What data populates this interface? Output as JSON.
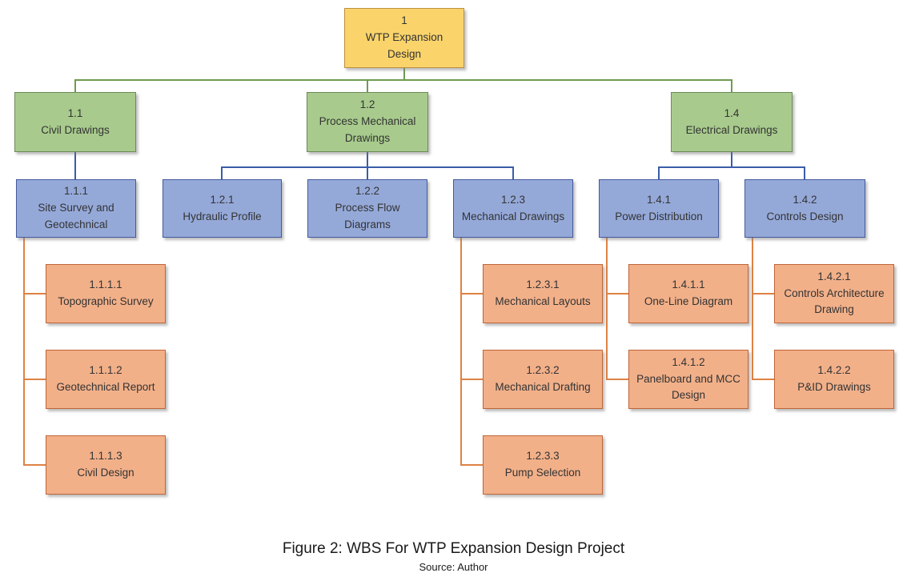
{
  "diagram": {
    "nodes": {
      "root": {
        "num": "1",
        "label": "WTP Expansion Design"
      },
      "civil": {
        "num": "1.1",
        "label": "Civil Drawings"
      },
      "process_mech": {
        "num": "1.2",
        "label": "Process Mechanical Drawings"
      },
      "electrical": {
        "num": "1.4",
        "label": "Electrical Drawings"
      },
      "site_survey": {
        "num": "1.1.1",
        "label": "Site Survey and Geotechnical"
      },
      "hydraulic_profile": {
        "num": "1.2.1",
        "label": "Hydraulic Profile"
      },
      "process_flow": {
        "num": "1.2.2",
        "label": "Process Flow Diagrams"
      },
      "mechanical_drawings": {
        "num": "1.2.3",
        "label": "Mechanical Drawings"
      },
      "power_distribution": {
        "num": "1.4.1",
        "label": "Power Distribution"
      },
      "controls_design": {
        "num": "1.4.2",
        "label": "Controls Design"
      },
      "topographic_survey": {
        "num": "1.1.1.1",
        "label": "Topographic Survey"
      },
      "geotechnical_report": {
        "num": "1.1.1.2",
        "label": "Geotechnical Report"
      },
      "civil_design": {
        "num": "1.1.1.3",
        "label": "Civil Design"
      },
      "mechanical_layouts": {
        "num": "1.2.3.1",
        "label": "Mechanical Layouts"
      },
      "mechanical_drafting": {
        "num": "1.2.3.2",
        "label": "Mechanical Drafting"
      },
      "pump_selection": {
        "num": "1.2.3.3",
        "label": "Pump Selection"
      },
      "one_line_diagram": {
        "num": "1.4.1.1",
        "label": "One-Line Diagram"
      },
      "panelboard_mcc": {
        "num": "1.4.1.2",
        "label": "Panelboard and MCC Design"
      },
      "controls_architecture": {
        "num": "1.4.2.1",
        "label": "Controls Architecture Drawing"
      },
      "pid_drawings": {
        "num": "1.4.2.2",
        "label": "P&ID Drawings"
      }
    },
    "colors": {
      "root_fill": "#FAD46B",
      "root_border": "#BE8F3D",
      "level1_fill": "#A8CB8D",
      "level1_border": "#6E8B56",
      "level2_fill": "#95A9D9",
      "level2_border": "#44599B",
      "level3_fill": "#F2B089",
      "level3_border": "#C06537",
      "connector_green": "#6F9B50",
      "connector_blue": "#3A5DA9",
      "connector_orange": "#DE8244"
    },
    "caption": {
      "title": "Figure 2: WBS For WTP Expansion Design Project",
      "source": "Source: Author"
    }
  }
}
